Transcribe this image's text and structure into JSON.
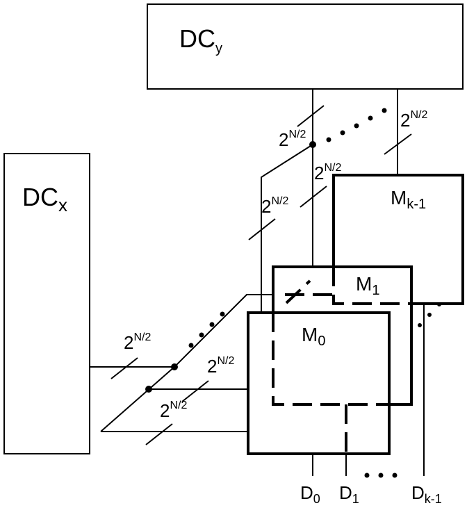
{
  "decoders": {
    "dcy": {
      "base": "DC",
      "sub": "y"
    },
    "dcx": {
      "base": "DC",
      "sub": "x"
    }
  },
  "modules": {
    "m0": {
      "base": "M",
      "sub": "0"
    },
    "m1": {
      "base": "M",
      "sub": "1"
    },
    "mk1": {
      "base": "M",
      "sub": "k-1"
    }
  },
  "bus_label": {
    "base": "2",
    "sup": "N/2"
  },
  "outputs": {
    "d0": {
      "base": "D",
      "sub": "0"
    },
    "d1": {
      "base": "D",
      "sub": "1"
    },
    "dk1": {
      "base": "D",
      "sub": "k-1"
    }
  }
}
